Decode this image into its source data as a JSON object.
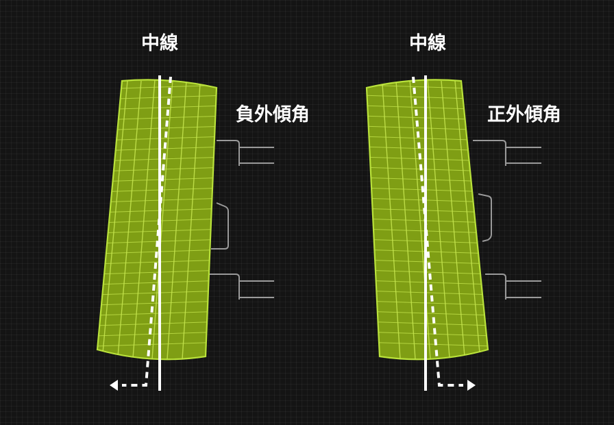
{
  "diagrams": [
    {
      "center_label": "中線",
      "camber_label": "負外傾角"
    },
    {
      "center_label": "中線",
      "camber_label": "正外傾角"
    }
  ],
  "colors": {
    "background": "#141414",
    "tire_fill": "#7f9e14",
    "tire_outline": "#b9e23a",
    "lines": "#ffffff",
    "suspension": "#9a9a9a"
  }
}
